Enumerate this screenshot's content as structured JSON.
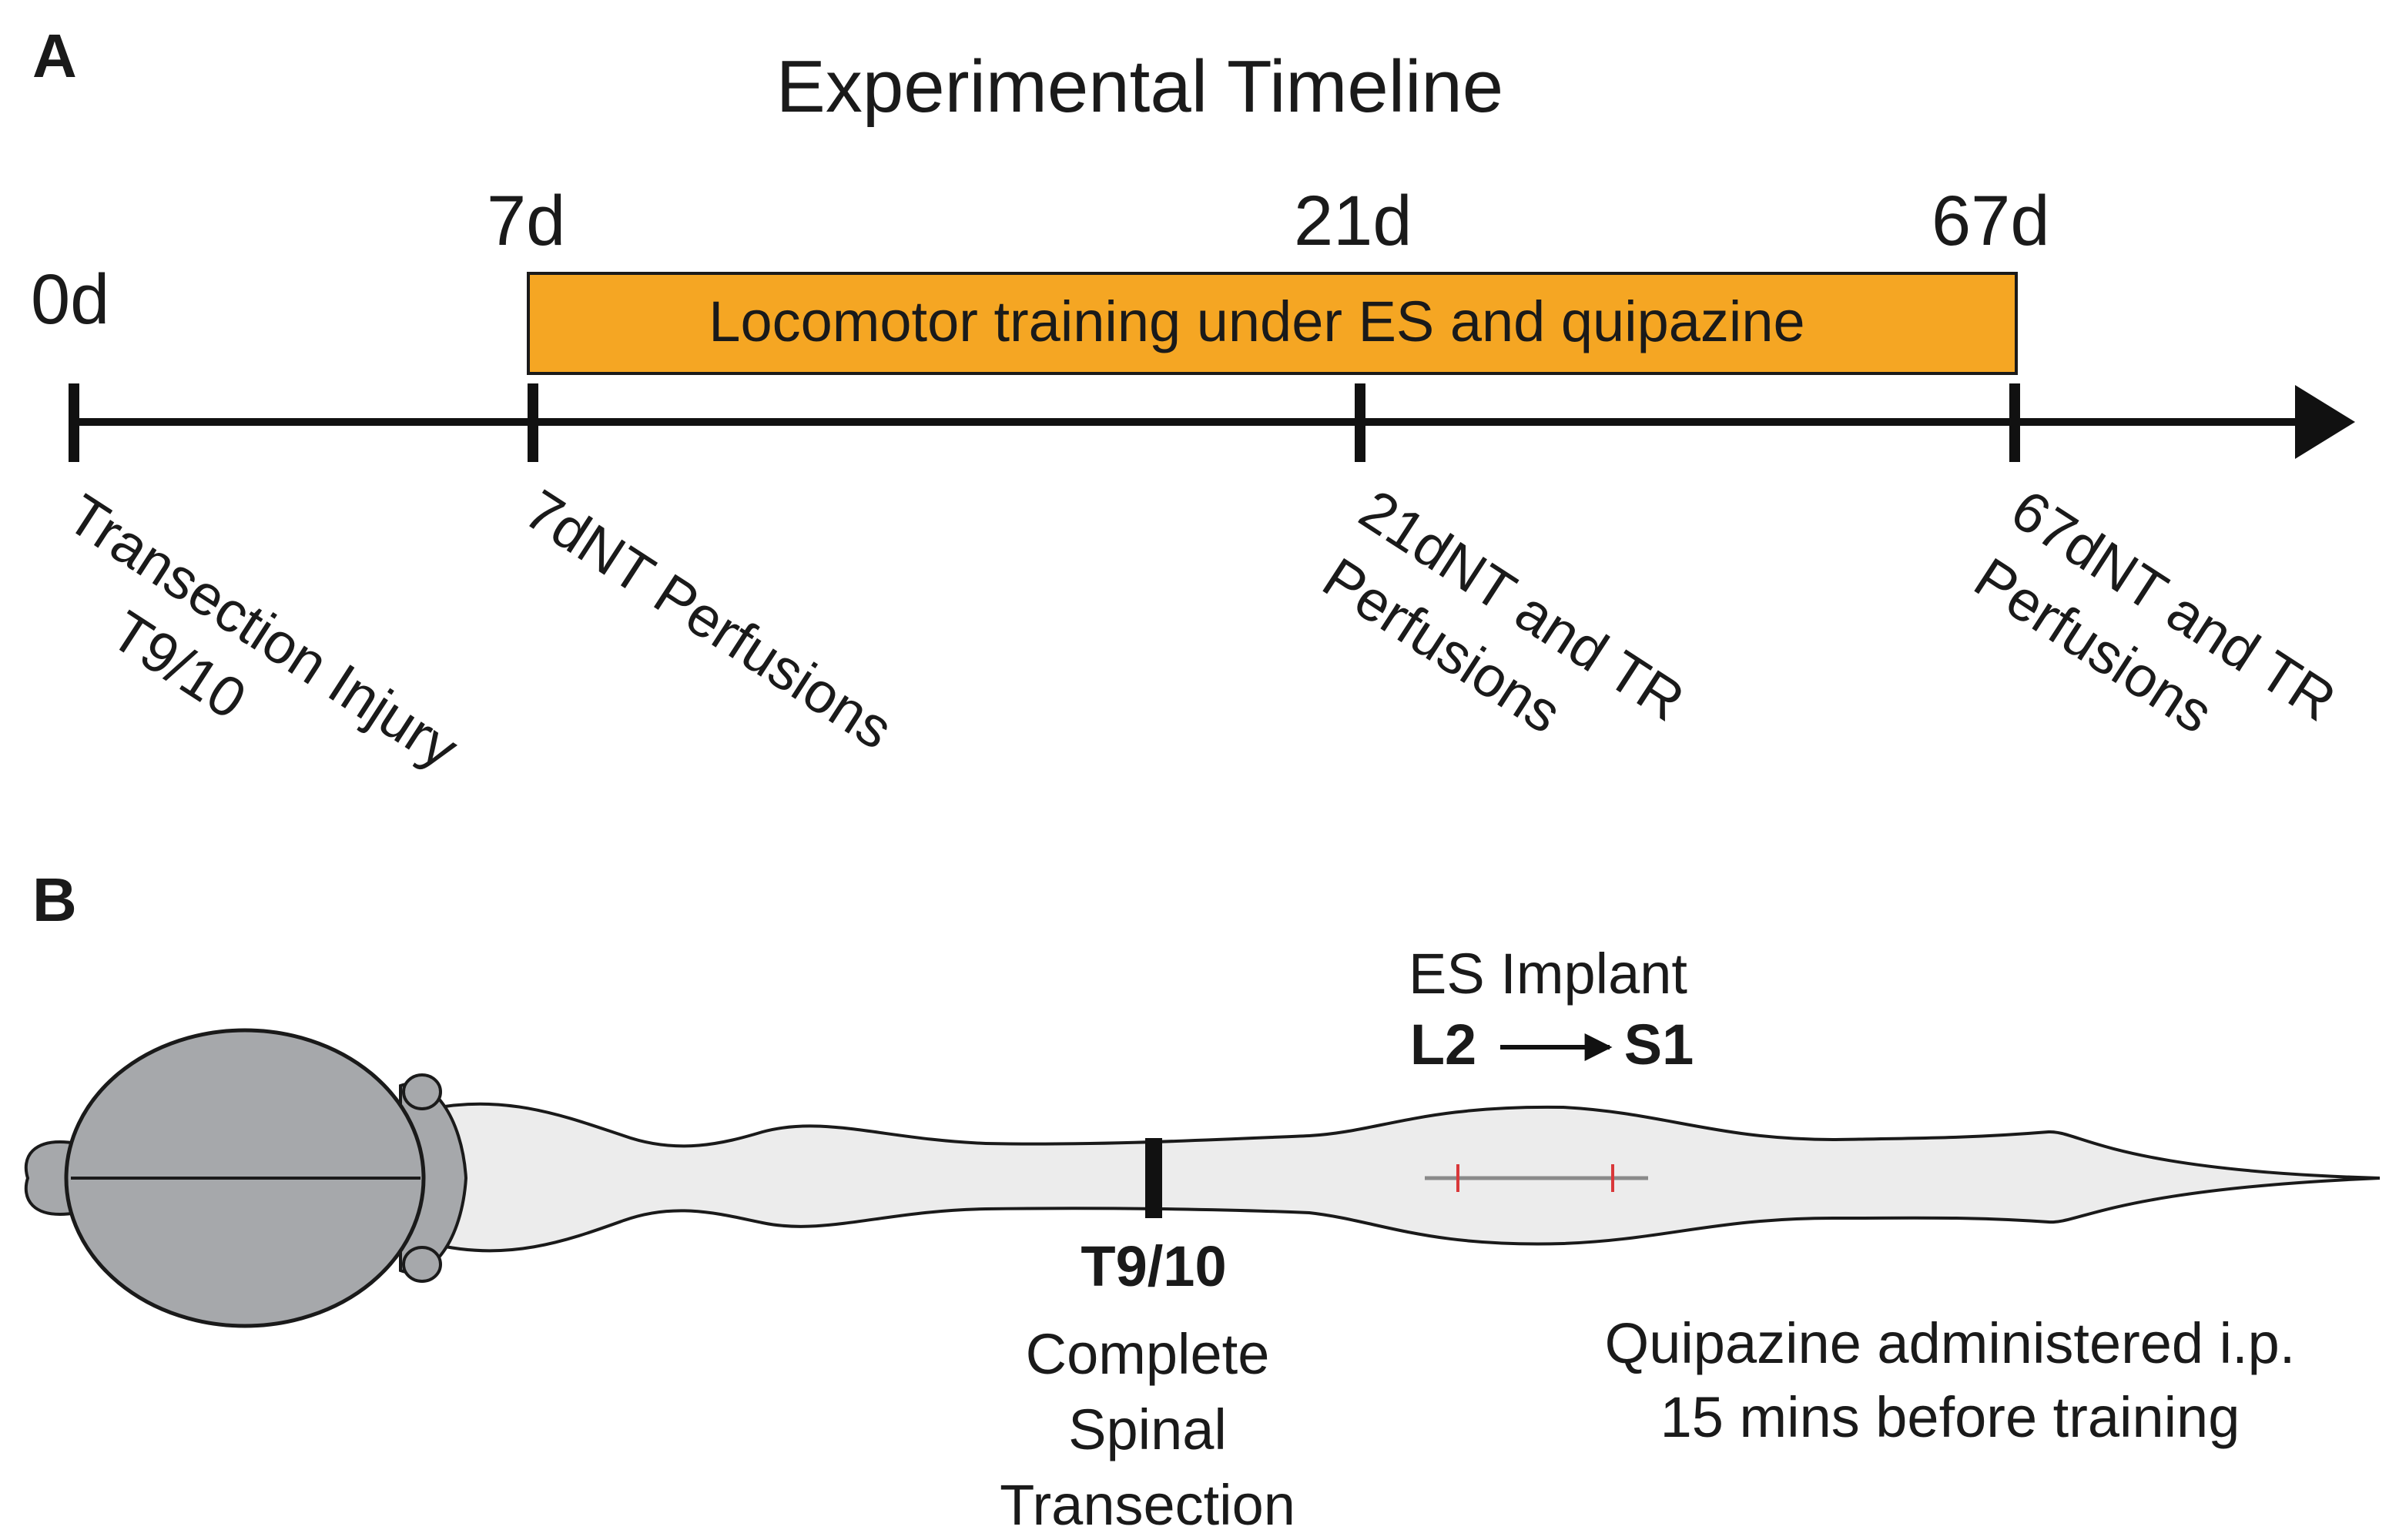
{
  "panel_a": {
    "letter": "A",
    "title": "Experimental Timeline",
    "days": [
      "0d",
      "7d",
      "21d",
      "67d"
    ],
    "bar": {
      "label": "Locomotor training under ES and quipazine",
      "color": "#f5a623"
    },
    "events": [
      {
        "lines": [
          "Transection Injury",
          "T9/10"
        ]
      },
      {
        "lines": [
          "7dNT Perfusions"
        ]
      },
      {
        "lines": [
          "21dNT and TR",
          "Perfusions"
        ]
      },
      {
        "lines": [
          "67dNT and TR",
          "Perfusions"
        ]
      }
    ]
  },
  "panel_b": {
    "letter": "B",
    "implant": {
      "title": "ES Implant",
      "from": "L2",
      "to": "S1"
    },
    "lesion": {
      "level": "T9/10",
      "lines": [
        "Complete",
        "Spinal",
        "Transection"
      ]
    },
    "drug": {
      "lines": [
        "Quipazine administered i.p.",
        "15 mins before training"
      ]
    },
    "colors": {
      "brain": "#a6a8ab",
      "cord": "#ececec",
      "electrode_marks": "#d9383a"
    }
  }
}
